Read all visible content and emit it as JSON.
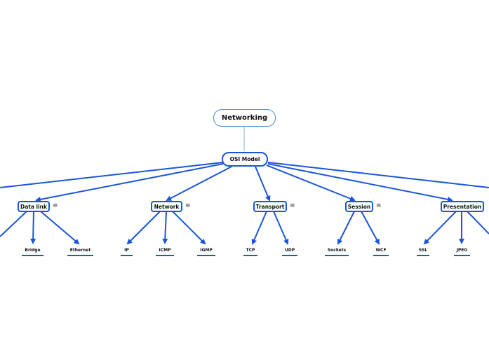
{
  "diagram": {
    "root": "Networking",
    "hub": "OSI Model",
    "layers": [
      {
        "label": "Data link",
        "children": [
          "Bridge",
          "Ethernet"
        ]
      },
      {
        "label": "Network",
        "children": [
          "IP",
          "ICMP",
          "IGMP"
        ]
      },
      {
        "label": "Transport",
        "children": [
          "TCP",
          "UDP"
        ]
      },
      {
        "label": "Session",
        "children": [
          "Sockets",
          "WCF"
        ]
      },
      {
        "label": "Presentation",
        "children": [
          "SSL",
          "JPEG"
        ]
      }
    ],
    "menu_icon": "≡",
    "colors": {
      "edge": "#1a56d8",
      "root_edge": "#4a90d0",
      "background": "#ffffff"
    }
  }
}
